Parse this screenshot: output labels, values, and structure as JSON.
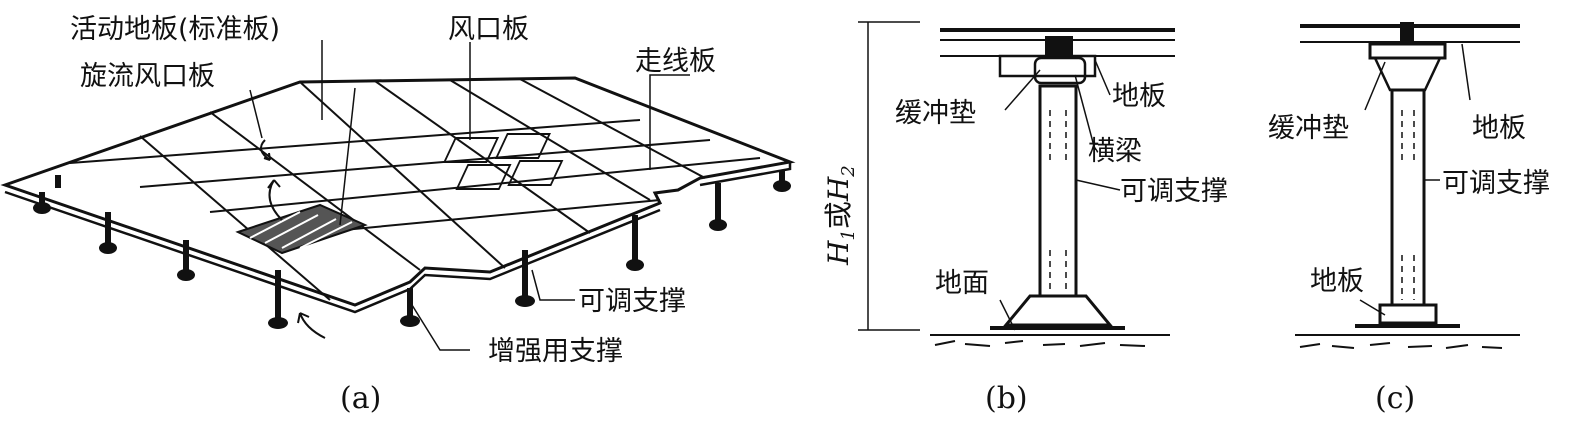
{
  "panel_a": {
    "labels": {
      "standard_panel": "活动地板(标准板)",
      "air_vent_panel": "风口板",
      "swirl_vent_panel": "旋流风口板",
      "cable_panel": "走线板",
      "adjustable_support": "可调支撑",
      "reinforced_support": "增强用支撑"
    },
    "caption": "(a)"
  },
  "panel_b": {
    "labels": {
      "cushion": "缓冲垫",
      "floor_panel": "地板",
      "crossbeam": "横梁",
      "adjustable_support": "可调支撑",
      "ground": "地面"
    },
    "height": {
      "h1": "H",
      "sub1": "1",
      "or": "或",
      "h2": "H",
      "sub2": "2"
    },
    "caption": "(b)"
  },
  "panel_c": {
    "labels": {
      "cushion": "缓冲垫",
      "floor_panel": "地板",
      "adjustable_support": "可调支撑",
      "base_floor": "地板"
    },
    "caption": "(c)"
  }
}
